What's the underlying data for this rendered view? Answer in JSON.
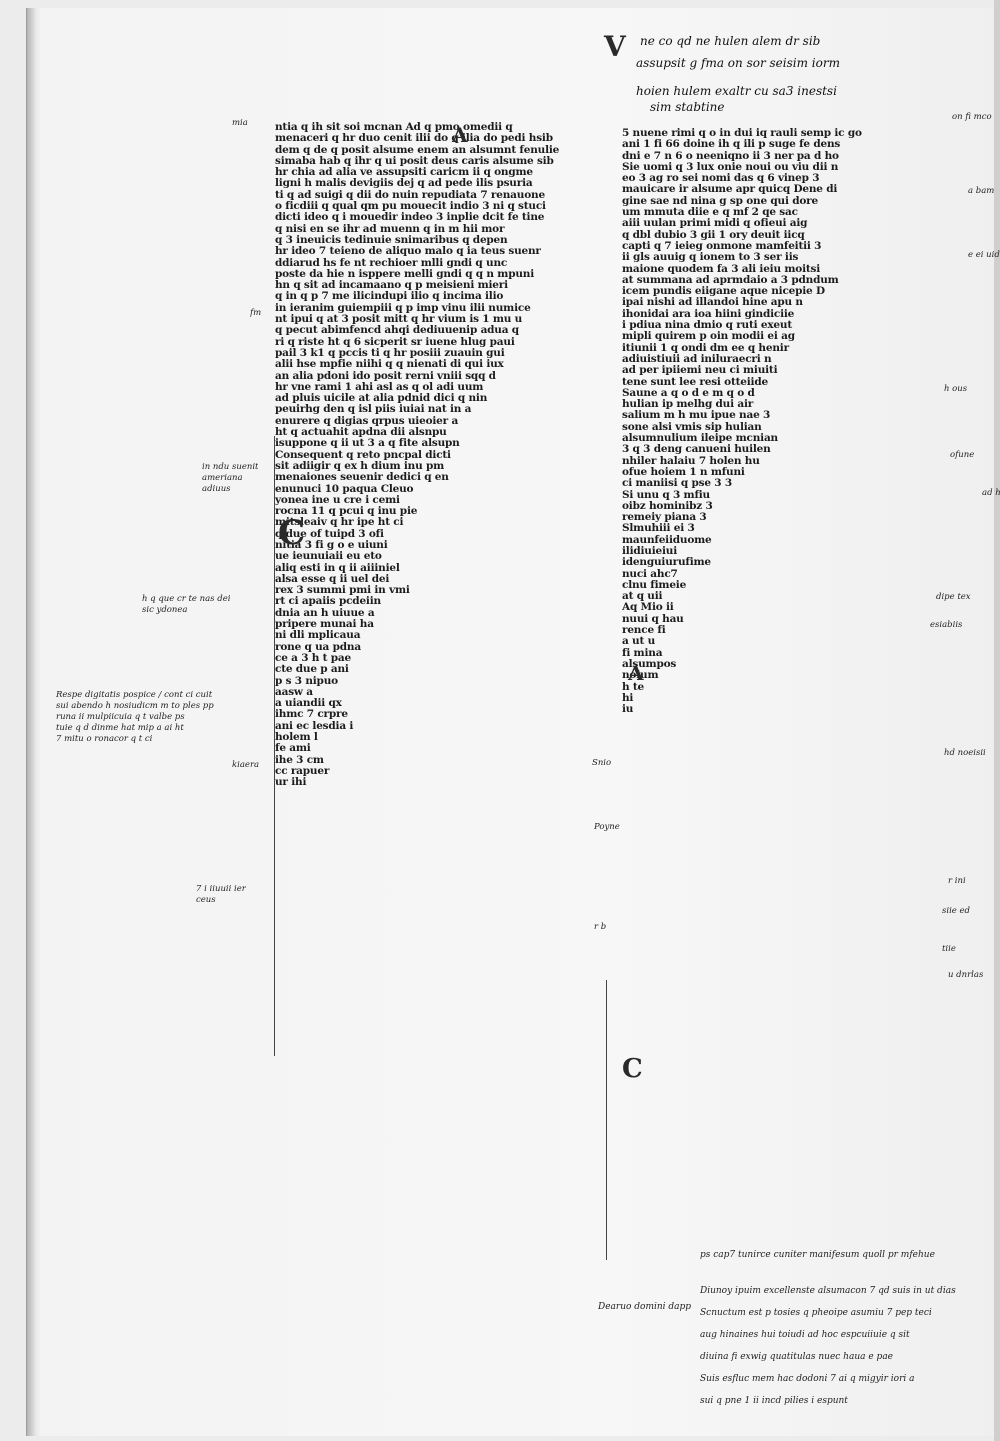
{
  "top_note": {
    "line1": "ne co qd ne hulen alem dr sib",
    "line2": "assupsit g fma on sor seisim iorm",
    "line3": "hoien hulem exaltr cu sa3 inestsi",
    "line4": "sim stabtine"
  },
  "left_column_lines": [
    "ntia q ih sit soi mcnan Ad q pmo omedii q",
    "menaceri q hr duo cenit ilii do q ilia do pedi hsib",
    "dem q de q posit alsume enem an alsumnt fenulie",
    "simaba hab q ihr q ui posit deus caris alsume sib",
    "hr chia ad alia ve assupsiti caricm ii q ongme",
    "ligni h malis devigiis dej q ad pede ilis psuria",
    "ti q ad suigi q dii do nuin repudiata 7 renauone",
    "o ficdiii q qual qm pu mouecit indio 3 ni q stuci",
    "dicti ideo q i mouedir indeo 3 inplie dcit fe tine",
    "q nisi en se ihr ad muenn q in m hii mor",
    "q 3 ineuicis tedinuie snimaribus q depen",
    "hr ideo 7 teieno de aliquo malo q ia teus suenr",
    "ddiarud hs fe nt rechioer mlli gndi q unc",
    "poste da hie n isppere melli gndi q q n mpuni",
    "hn q sit ad incamaano q p meisieni mieri",
    "q in q p 7 me ilicindupi ilio q incima ilio",
    "in ieranim guiempiii q p imp vinu ilii numice",
    "nt ipui q at 3 posit mitt q hr vium is 1 mu u",
    "q pecut abimfencd ahqi dediuuenip adua q",
    "ri q riste ht q 6 sicperit sr iuene hlug paui",
    "pail 3 k1 q pccis ti q hr posiii zuauin gui",
    "alii hse mpfie niihi q q nienati di qui iux",
    "an alia pdoni ido posit rerni vniii sqq d",
    "hr vne rami 1 ahi asl as q ol adi uum",
    "ad pluis uicile at alia pdnid dici q nin",
    "peuirhg den q isl piis iuiai nat in a",
    "enurere q digias qrpus uieoier a",
    "ht q actuahit apdna dii alsnpu",
    "isuppone q ii ut 3 a q fite alsupn",
    "Consequent q reto pncpal dicti",
    "sit adiigir q ex h dium inu pm",
    "menaiones seuenir dedici q en",
    "enunuci 10 paqua Cleuo",
    "yonea ine u cre i cemi",
    "rocna 11 q pcui q inu pie",
    "mitsleaiv q hr ipe ht ci",
    "q due of tuipd 3 ofi",
    "nitia 3 fi g o e uiuni",
    "ue ieunuiaii eu eto",
    "aliq esti in q ii aiiiniel",
    "alsa esse q ii uel dei",
    "rex 3 summi pmi in vmi",
    "rt ci apaiis pcdeiin",
    "dnia an h uiuue a",
    "pripere munai ha",
    "ni dli mplicaua",
    "rone q ua pdna",
    "ce a 3 h t pae",
    "cte due p ani",
    "p s 3 nipuo",
    "aasw a",
    "a uiandii qx",
    "ihmc 7 crpre",
    "ani ec lesdia i",
    "holem l",
    "fe ami",
    "ihe 3 cm",
    "cc rapuer",
    "ur ihi"
  ],
  "right_column_lines": [
    "5 nuene rimi q o in dui iq rauli semp ic go",
    "ani 1 fi 66 doine ih q ili p suge fe dens",
    "dni e 7 n 6 o neeniqno ii 3 ner pa d ho",
    "Sie uomi q 3 lux onie noui ou viu dii n",
    "eo 3 ag ro sei nomi das q 6 vinep 3",
    "mauicare ir alsume apr quicq Dene di",
    "gine sae nd nina g sp one qui dore",
    "um mmuta diie e q mf 2 qe sac",
    "aiii uulan primi midi q ofieui aig",
    "q dbl dubio 3 gii 1 ory deuit iicq",
    "capti q 7 ieieg onmone mamfeitii 3",
    "ii gls auuig q ionem to 3 ser iis",
    "maione quodem fa 3 ali ieiu moitsi",
    "at summana ad aprmdaio a 3 pdndum",
    "icem pundis eiigane aque nicepie D",
    "ipai nishi ad illandoi hine apu n",
    "ihonidai ara ioa hiini gindiciie",
    "i pdiua nina dmio q ruti exeut",
    "mipli quirem p oin modii ei ag",
    "itiunii 1 q ondi dm ee q henir",
    "adiuistiuii ad iniluraecri n",
    "ad per ipiiemi neu ci miuiti",
    "tene sunt lee resi otteiide",
    "Saune a q o d e m q o d",
    "hulian ip melhg dui air",
    "salium m h mu ipue nae 3",
    "sone alsi vmis sip hulian",
    "alsumnulium ileipe mcnian",
    "3 q 3 deng canueni huilen",
    "nhiler halaiu 7 holen hu",
    "ofue hoiem 1 n mfuni",
    "ci maniisi q pse 3 3",
    "Si unu q 3 mfiu",
    "oibz hominibz 3",
    "remeiy piana 3",
    "Slmuhiii ei 3",
    "maunfeiiduome",
    "ilidiuieiui",
    "idenguiurufime",
    "nuci ahc7",
    "clnu fimeie",
    "at q uii",
    "Aq Mio ii",
    "nuui q hau",
    "rence fi",
    "a ut u",
    "fi mina",
    "alsumpos",
    "nolum",
    "h te",
    "hi",
    "iu"
  ],
  "margin_left": {
    "note1": "mia",
    "note2": "fm",
    "note3a": "in ndu suenit",
    "note3b": "ameriana",
    "note3c": "adiuus",
    "note4a": "h q que cr te nas dei",
    "note4b": "sic ydonea",
    "note5a": "Respe digitatis pospice / cont ci cuit",
    "note5b": "sui abendo h nosiudicm m to ples pp",
    "note5c": "runa ii mulpiicuia q t valbe ps",
    "note5d": "tuie q d dinme hat mip a ai ht",
    "note5e": "7 mitu o ronacor q t ci",
    "note5f": "kiaera",
    "note6a": "7 i iiuuii ier",
    "note6b": "ceus"
  },
  "margin_right": {
    "note1": "on fi mco",
    "note2": "a bam",
    "note3": "e ei uid",
    "note4": "h ous",
    "note5": "ofune",
    "note6": "ad hd",
    "note7": "dipe tex",
    "note8": "esiabiis",
    "note9": "hd noeisii",
    "note10": "r ini",
    "note11": "siie ed",
    "note12": "tiie",
    "note13": "u dnrlas"
  },
  "mid_margin": {
    "note1": "Snio",
    "note2": "Poyne",
    "note3": "r b"
  },
  "bottom_notes": {
    "line1": "ps cap7 tunirce cuniter manifesum quoll pr mfehue",
    "line2": "Diunoy ipuim excellenste alsumacon 7 qd suis in ut dias",
    "line3": "Scnuctum est p tosies q pheoipe asumiu 7 pep teci",
    "line4": "aug hinaines hui toiudi ad hoc espcuiiuie q sit",
    "line5": "diuina fi exwig quatitulas nuec haua e pae",
    "line6": "Suis esfluc mem hac dodoni 7 ai q migyir iori a",
    "line7": "sui q pne 1 ii incd pilies i espunt",
    "left_tag": "Dearuo domini dapp"
  }
}
